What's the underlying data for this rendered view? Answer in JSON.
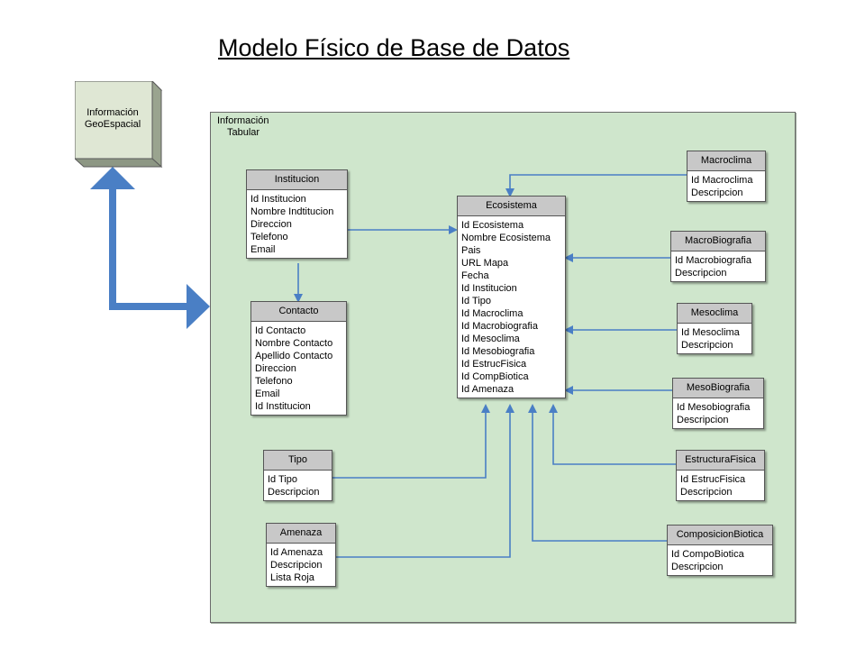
{
  "title": "Modelo Físico de Base de Datos",
  "geo_box": {
    "line1": "Información",
    "line2": "GeoEspacial"
  },
  "panel": {
    "line1": "Información",
    "line2": "Tabular"
  },
  "entities": {
    "institucion": {
      "title": "Institucion",
      "fields": [
        "Id Institucion",
        "Nombre Indtitucion",
        "Direccion",
        "Telefono",
        "Email"
      ]
    },
    "contacto": {
      "title": "Contacto",
      "fields": [
        "Id Contacto",
        "Nombre Contacto",
        "Apellido Contacto",
        "Direccion",
        "Telefono",
        "Email",
        "Id Institucion"
      ]
    },
    "tipo": {
      "title": "Tipo",
      "fields": [
        "Id Tipo",
        "Descripcion"
      ]
    },
    "amenaza": {
      "title": "Amenaza",
      "fields": [
        "Id Amenaza",
        "Descripcion",
        "Lista Roja"
      ]
    },
    "ecosistema": {
      "title": "Ecosistema",
      "fields": [
        "Id Ecosistema",
        "Nombre Ecosistema",
        "Pais",
        "URL Mapa",
        "Fecha",
        "Id Institucion",
        "Id Tipo",
        "Id Macroclima",
        "Id Macrobiografia",
        "Id Mesoclima",
        "Id Mesobiografia",
        "Id EstrucFisica",
        "Id CompBiotica",
        "Id Amenaza"
      ]
    },
    "macroclima": {
      "title": "Macroclima",
      "fields": [
        "Id Macroclima",
        "Descripcion"
      ]
    },
    "macrobiografia": {
      "title": "MacroBiografia",
      "fields": [
        "Id Macrobiografia",
        "Descripcion"
      ]
    },
    "mesoclima": {
      "title": "Mesoclima",
      "fields": [
        "Id Mesoclima",
        "Descripcion"
      ]
    },
    "mesobiografia": {
      "title": "MesoBiografia",
      "fields": [
        "Id Mesobiografia",
        "Descripcion"
      ]
    },
    "estructurafisica": {
      "title": "EstructuraFisica",
      "fields": [
        "Id EstrucFisica",
        "Descripcion"
      ]
    },
    "composicionbiotica": {
      "title": "ComposicionBiotica",
      "fields": [
        "Id CompoBiotica",
        "Descripcion"
      ]
    }
  },
  "colors": {
    "panel": "#cfe6cc",
    "connector": "#4a7fc5",
    "header": "#c8c8c8"
  }
}
